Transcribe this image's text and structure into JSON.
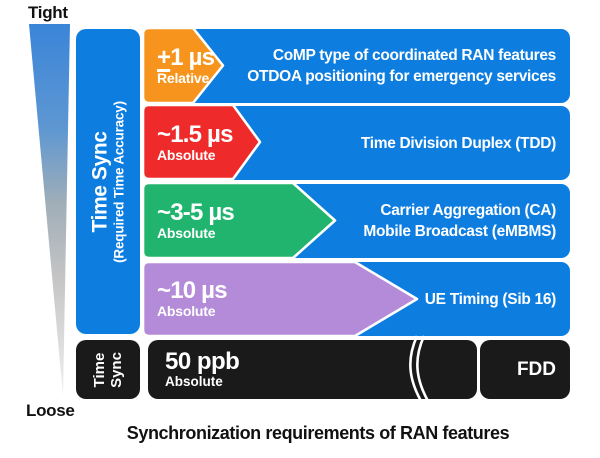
{
  "labels": {
    "tight": "Tight",
    "loose": "Loose"
  },
  "caption": "Synchronization requirements of RAN features",
  "colors": {
    "blue": "#0D7DE0",
    "orange": "#F7941E",
    "red": "#EE2B2A",
    "green": "#21B46E",
    "purple": "#B48BD8",
    "black": "#1A1A1A"
  },
  "time_axis": {
    "title": "Time Sync",
    "subtitle": "(Required Time Accuracy)"
  },
  "freq_axis": {
    "line1": "Time",
    "line2": "Sync"
  },
  "rows": [
    {
      "arrow": {
        "sign": "+",
        "value": "1 µs",
        "qualifier": "Relative",
        "color": "#F7941E"
      },
      "features": [
        "CoMP type of coordinated RAN features",
        "OTDOA positioning for emergency services"
      ]
    },
    {
      "arrow": {
        "value": "~1.5 µs",
        "qualifier": "Absolute",
        "color": "#EE2B2A"
      },
      "features": [
        "Time Division Duplex (TDD)"
      ]
    },
    {
      "arrow": {
        "value": "~3-5 µs",
        "qualifier": "Absolute",
        "color": "#21B46E"
      },
      "features": [
        "Carrier Aggregation (CA)",
        "Mobile Broadcast (eMBMS)"
      ]
    },
    {
      "arrow": {
        "value": "~10 µs",
        "qualifier": "Absolute",
        "color": "#B48BD8"
      },
      "features": [
        "UE Timing (Sib 16)"
      ]
    }
  ],
  "freq_row": {
    "value": "50 ppb",
    "qualifier": "Absolute",
    "feature": "FDD"
  }
}
